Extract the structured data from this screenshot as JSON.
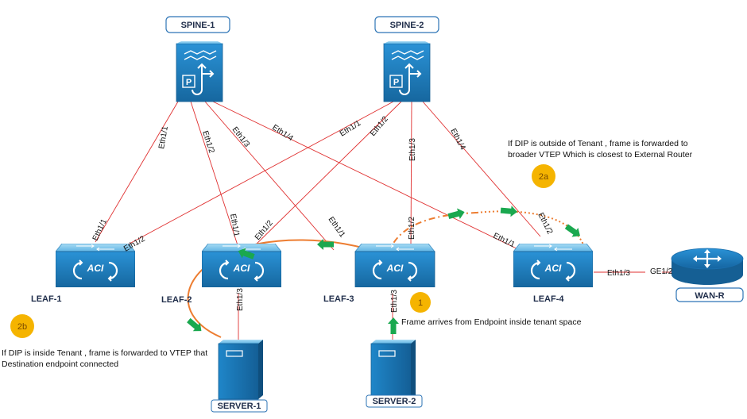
{
  "colors": {
    "link": "#e03030",
    "path": "#ed7d31",
    "arrow": "#1aa84f",
    "device_top": "#6fc0ec",
    "device_body": "#1d7fc4",
    "label_border": "#2e75b6",
    "badge": "#f5b400"
  },
  "devices": {
    "spine1": "SPINE-1",
    "spine2": "SPINE-2",
    "leaf1": "LEAF-1",
    "leaf2": "LEAF-2",
    "leaf3": "LEAF-3",
    "leaf4": "LEAF-4",
    "server1": "SERVER-1",
    "server2": "SERVER-2",
    "wanr": "WAN-R"
  },
  "device_badge": "ACI",
  "device_badge_p": "P",
  "ports": {
    "s1_l1": "Eth1/1",
    "s1_l2": "Eth1/2",
    "s1_l3": "Eth1/3",
    "s1_l4": "Eth1/4",
    "s2_l1": "Eth1/1",
    "s2_l2": "Eth1/2",
    "s2_l3": "Eth1/3",
    "s2_l4": "Eth1/4",
    "l1_s1": "Eth1/1",
    "l1_s2": "Eth1/2",
    "l2_s1": "Eth1/1",
    "l2_s2": "Eth1/2",
    "l3_s1": "Eth1/1",
    "l3_s2": "Eth1/2",
    "l4_s1": "Eth1/1",
    "l4_s2": "Eth1/2",
    "l2_srv": "Eth1/3",
    "l3_srv": "Eth1/3",
    "l4_wan": "Eth1/3",
    "wan_l4": "GE1/2"
  },
  "steps": {
    "step1": "1",
    "step2a": "2a",
    "step2b": "2b"
  },
  "notes": {
    "step1": "Frame arrives from Endpoint inside tenant space",
    "step2a_line1": "If DIP is outside of  Tenant , frame is forwarded to",
    "step2a_line2": "broader  VTEP  Which is closest to External Router",
    "step2b_line1": "If DIP is inside Tenant , frame is forwarded to VTEP that",
    "step2b_line2": "Destination endpoint connected"
  },
  "icons": {
    "spine": "spine-switch-icon",
    "leaf": "aci-leaf-switch-icon",
    "server": "server-icon",
    "router": "router-icon"
  }
}
